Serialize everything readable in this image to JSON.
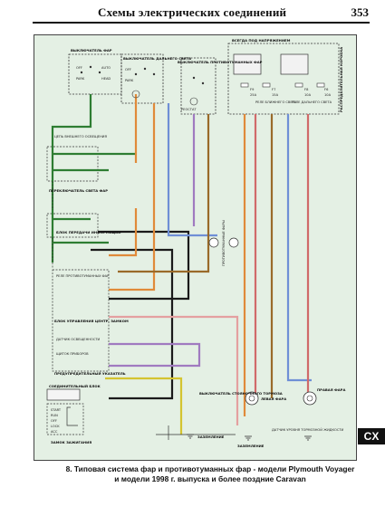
{
  "header": {
    "title": "Схемы электрических соединений",
    "page_number": "353"
  },
  "section_tab": "CX",
  "caption": {
    "line1": "8. Типовая система фар и противотуманных фар - модели Plymouth Voyager",
    "line2": "и модели 1998 г. выпуска и более поздние Caravan"
  },
  "colors": {
    "background": "#e4f0e4",
    "wire_green": "#2e7d32",
    "wire_black": "#1a1a1a",
    "wire_orange": "#e08a3a",
    "wire_blue": "#6f8fd6",
    "wire_red": "#d06a6a",
    "wire_brown": "#9a6a2a",
    "wire_purple": "#a07ac0",
    "wire_yellow": "#d4c430",
    "wire_pink": "#e4a0a0"
  },
  "diagram": {
    "headlight_switch": "ВЫКЛЮЧАТЕЛЬ ФАР",
    "switch_off": "OFF",
    "switch_park": "PARK",
    "switch_auto": "AUTO",
    "switch_head": "HEAD",
    "dimmer_switch": "ВЫКЛЮЧАТЕЛЬ ДАЛЬНЕГО СВЕТА",
    "dimmer_off": "OFF",
    "dimmer_park": "PARK",
    "fog_switch": "ВЫКЛЮЧАТЕЛЬ ПРОТИВОТУМАННЫХ ФАР",
    "dimmer_pot": "РЕОСТАТ",
    "always_hot": "ВСЕГДА ПОД НАПРЯЖЕНИЕМ",
    "fuse_f9": "F9",
    "fuse_f9_rating": "25A",
    "fuse_f7": "F7",
    "fuse_f7_rating": "15A",
    "fuse_f8": "F8",
    "fuse_f8_rating": "10A",
    "fuse_f6": "F6",
    "fuse_f6_rating": "10A",
    "low_beam_relay": "РЕЛЕ БЛИЖНЕГО СВЕТА",
    "high_beam_relay": "РЕЛЕ ДАЛЬНЕГО СВЕТА",
    "power_distribution": "РАСПРЕДЕЛИТЕЛЬНАЯ КОРОБКА",
    "note_ground": "ЦЕПЬ ВНЕШНЕГО ОСВЕЩЕНИЯ",
    "flash_to_pass": "ПЕРЕКЛЮЧАТЕЛЬ СВЕТА ФАР",
    "passenger_info": "БЛОК ПЕРЕДАЧИ ИНФОРМАЦИИ",
    "fog_lamp_relay": "РЕЛЕ ПРОТИВОТУМАННЫХ ФАР",
    "body_controller": "БЛОК УПРАВЛЕНИЯ ЦЕНТР. ЗАМКОМ",
    "light_sensor": "ДАТЧИК ОСВЕЩЕННОСТИ",
    "instrument_cluster": "ЩИТОК ПРИБОРОВ",
    "indicator_note": "ПРЕДУПРЕДИТЕЛЬНЫЙ УКАЗАТЕЛЬ",
    "connector_block": "СОЕДИНИТЕЛЬНЫЙ БЛОК",
    "ignition_start": "START",
    "ignition_run": "RUN",
    "ignition_off": "OFF",
    "ignition_lock": "LOCK",
    "ignition_acc": "ACC",
    "ignition_switch": "ЗАМОК ЗАЖИГАНИЯ",
    "park_brake_switch": "ВЫКЛЮЧАТЕЛЬ СТОЯНОЧНОГО ТОРМОЗА",
    "ground1": "ЗАЗЕМЛЕНИЕ",
    "ground2": "ЗАЗЕМЛЕНИЕ",
    "left_headlamp": "ЛЕВАЯ ФАРА",
    "right_headlamp": "ПРАВАЯ ФАРА",
    "fog_lamps": "ПРОТИВОТУМАННЫЕ ФАРЫ",
    "level_sensor": "ДАТЧИК УРОВНЯ ТОРМОЗНОЙ ЖИДКОСТИ"
  }
}
